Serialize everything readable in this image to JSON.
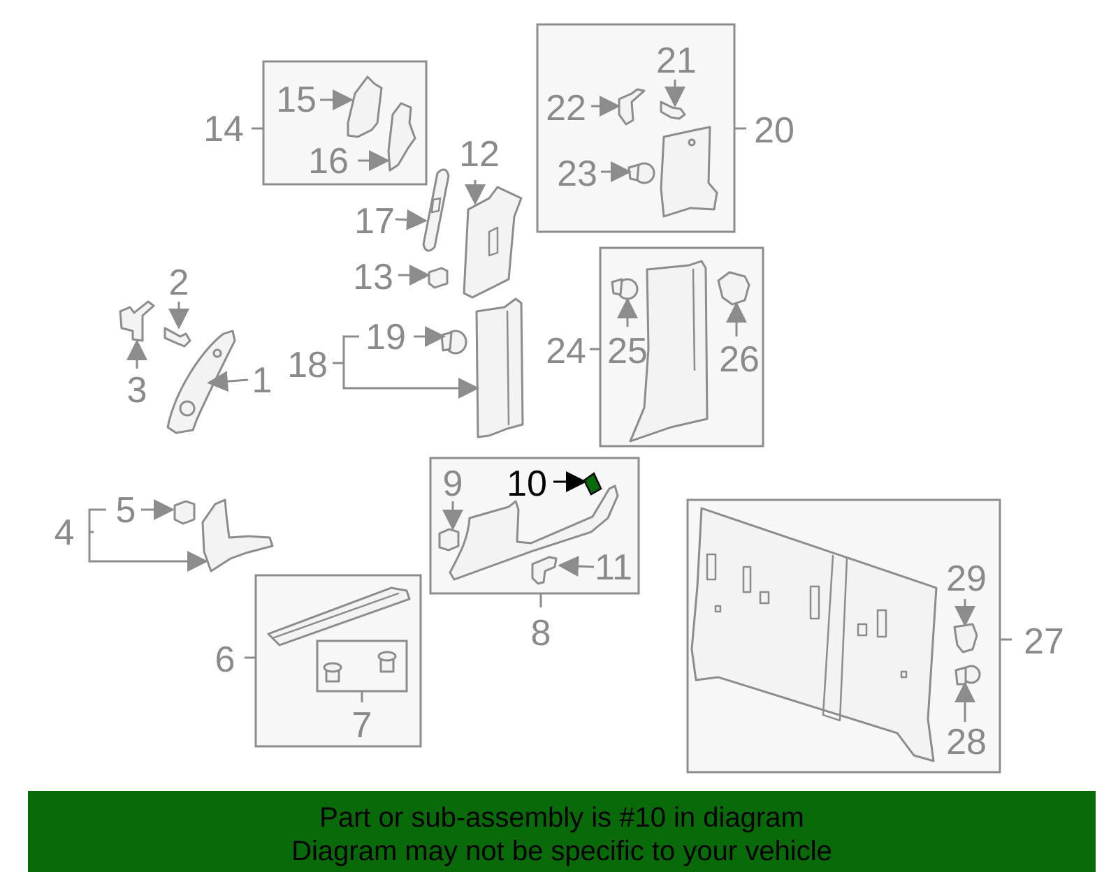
{
  "diagram": {
    "highlight_color": "#096a09",
    "callouts": [
      "1",
      "2",
      "3",
      "4",
      "5",
      "6",
      "7",
      "8",
      "9",
      "10",
      "11",
      "12",
      "13",
      "14",
      "15",
      "16",
      "17",
      "18",
      "19",
      "20",
      "21",
      "22",
      "23",
      "24",
      "25",
      "26",
      "27",
      "28",
      "29"
    ],
    "highlighted_callout": "10"
  },
  "banner": {
    "line1": "Part or sub-assembly is #10 in diagram",
    "line2": "Diagram may not be specific to your vehicle"
  }
}
